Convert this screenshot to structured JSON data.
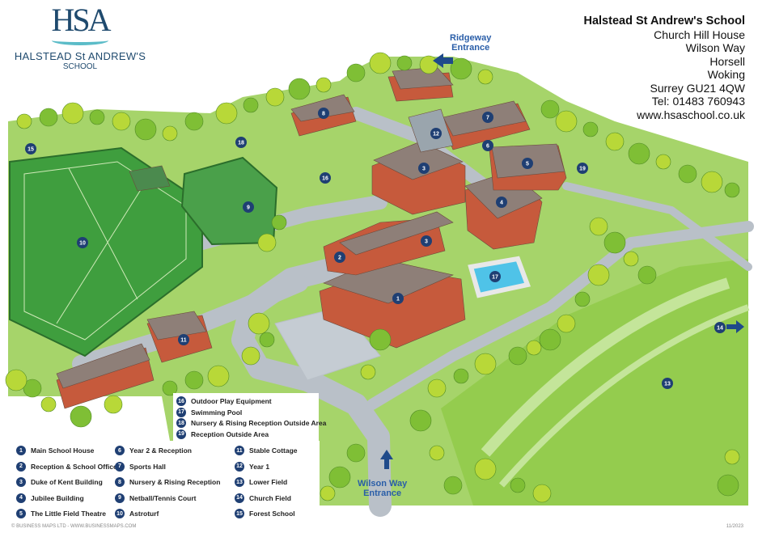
{
  "logo": {
    "mark": "HSA",
    "name_line1": "HALSTEAD St ANDREW'S",
    "name_line2": "SCHOOL"
  },
  "address": {
    "title": "Halstead St Andrew's School",
    "lines": [
      "Church Hill House",
      "Wilson Way",
      "Horsell",
      "Woking",
      "Surrey GU21 4QW",
      "Tel: 01483 760943",
      "www.hsaschool.co.uk"
    ]
  },
  "entrances": {
    "ridgeway": [
      "Ridgeway",
      "Entrance"
    ],
    "wilson_way": [
      "Wilson Way",
      "Entrance"
    ]
  },
  "legend": [
    {
      "n": "1",
      "label": "Main School House"
    },
    {
      "n": "2",
      "label": "Reception & School Office"
    },
    {
      "n": "3",
      "label": "Duke of Kent Building"
    },
    {
      "n": "4",
      "label": "Jubilee Building"
    },
    {
      "n": "5",
      "label": "The Little Field Theatre"
    },
    {
      "n": "6",
      "label": "Year 2 & Reception"
    },
    {
      "n": "7",
      "label": "Sports Hall"
    },
    {
      "n": "8",
      "label": "Nursery & Rising Reception"
    },
    {
      "n": "9",
      "label": "Netball/Tennis Court"
    },
    {
      "n": "10",
      "label": "Astroturf"
    },
    {
      "n": "11",
      "label": "Stable Cottage"
    },
    {
      "n": "12",
      "label": "Year 1"
    },
    {
      "n": "13",
      "label": "Lower Field"
    },
    {
      "n": "14",
      "label": "Church Field"
    },
    {
      "n": "15",
      "label": "Forest School"
    },
    {
      "n": "16",
      "label": "Outdoor Play Equipment"
    },
    {
      "n": "17",
      "label": "Swimming Pool"
    },
    {
      "n": "18",
      "label": "Nursery & Rising Reception Outside Area"
    },
    {
      "n": "19",
      "label": "Reception Outside Area"
    }
  ],
  "footer": {
    "credit": "© BUSINESS MAPS LTD - WWW.BUSINESSMAPS.COM",
    "date": "11/2023"
  },
  "colors": {
    "marker": "#1f3f73",
    "entrance_text": "#2a5ea8",
    "grass": "#a6d46a",
    "brick": "#c65a3c",
    "road": "#b9c0c8",
    "pool": "#4fc3e8"
  },
  "icons": {
    "entrance_arrow": "arrow-icon"
  }
}
